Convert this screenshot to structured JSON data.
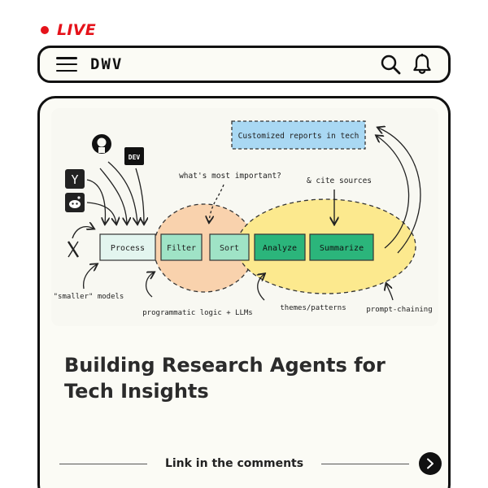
{
  "status": {
    "live_label": "LIVE",
    "live_color": "#e5121a"
  },
  "navbar": {
    "brand": "DWV",
    "menu_icon": "hamburger-menu-icon",
    "search_icon": "search-icon",
    "notifications_icon": "bell-icon"
  },
  "post": {
    "diagram": {
      "sources": [
        "github-icon",
        "dev-icon",
        "y-combinator-icon",
        "reddit-icon",
        "x-icon"
      ],
      "stages": [
        "Process",
        "Filter",
        "Sort",
        "Analyze",
        "Summarize"
      ],
      "output_box": "Customized reports in tech",
      "annotations": {
        "important": "what's most important?",
        "cite": "& cite sources",
        "smaller_models": "\"smaller\" models",
        "programmatic": "programmatic logic + LLMs",
        "themes": "themes/patterns",
        "chaining": "prompt-chaining"
      },
      "colors": {
        "process_box": "#e3f5ef",
        "filter_sort_box": "#9fe3c6",
        "analyze_summarize_box": "#2bb57b",
        "orange_blob": "#f9d2ad",
        "yellow_blob": "#fce98e",
        "output_box": "#a9d8f3"
      }
    },
    "title": "Building Research Agents for Tech Insights",
    "cta_label": "Link in the comments",
    "next_icon": "chevron-right-icon"
  }
}
